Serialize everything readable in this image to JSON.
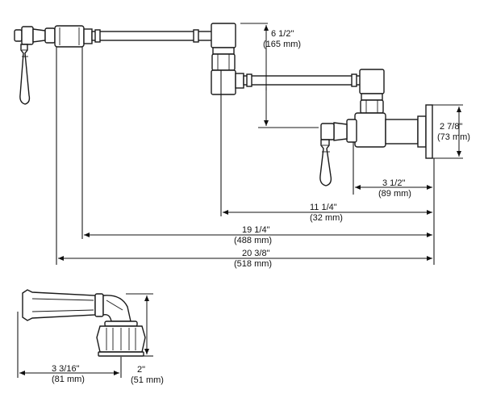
{
  "dimensions": {
    "riser_height": {
      "imperial": "6 1/2\"",
      "metric": "(165 mm)"
    },
    "flange_height": {
      "imperial": "2 7/8\"",
      "metric": "(73 mm)"
    },
    "inner_depth": {
      "imperial": "3 1/2\"",
      "metric": "(89 mm)"
    },
    "middle_reach": {
      "imperial": "11 1/4\"",
      "metric": "(32 mm)"
    },
    "spout_reach": {
      "imperial": "19 1/4\"",
      "metric": "(488 mm)"
    },
    "total_reach": {
      "imperial": "20 3/8\"",
      "metric": "(518 mm)"
    },
    "handle_length": {
      "imperial": "3 3/16\"",
      "metric": "(81 mm)"
    },
    "handle_height": {
      "imperial": "2\"",
      "metric": "(51 mm)"
    }
  }
}
